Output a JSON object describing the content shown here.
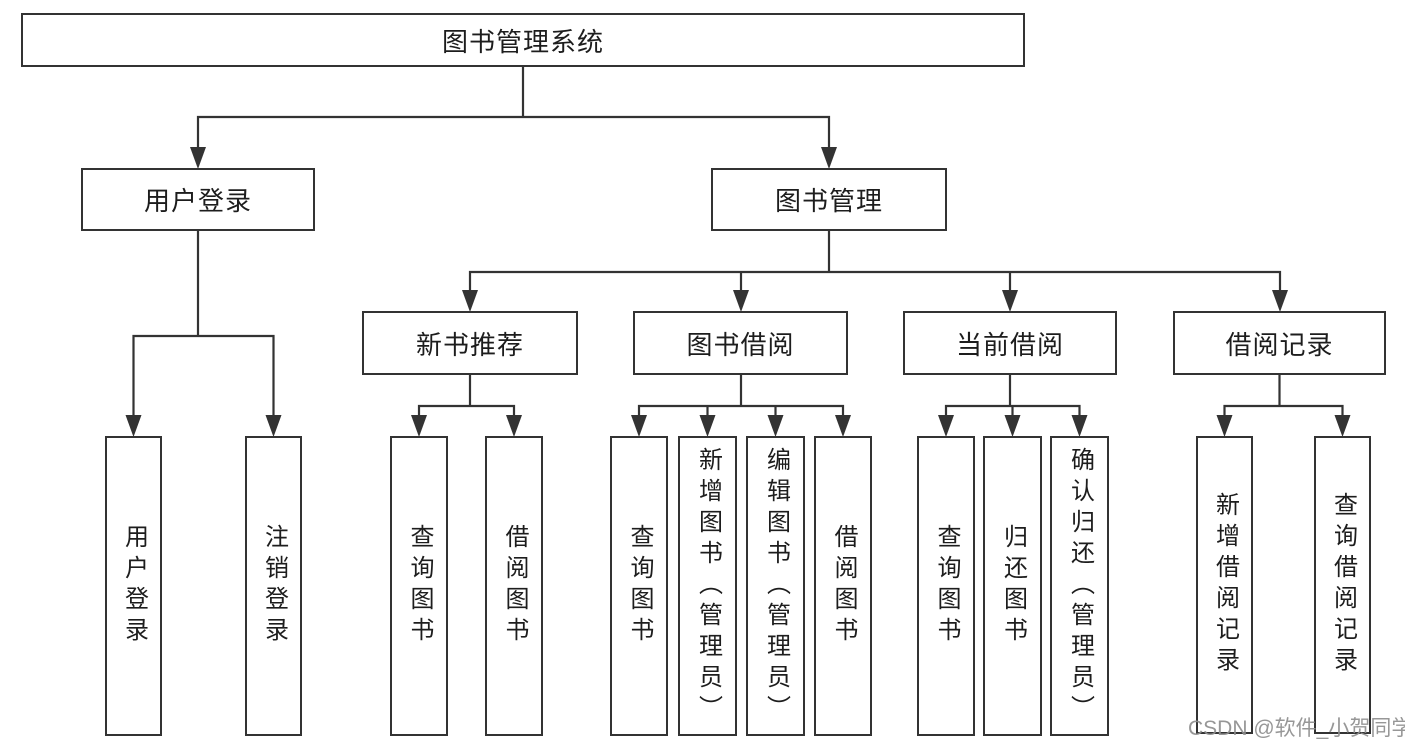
{
  "root": {
    "label": "图书管理系统"
  },
  "user_login": {
    "label": "用户登录",
    "children": [
      "用户登录",
      "注销登录"
    ]
  },
  "book_mgmt": {
    "label": "图书管理",
    "sections": [
      {
        "label": "新书推荐",
        "children": [
          "查询图书",
          "借阅图书"
        ]
      },
      {
        "label": "图书借阅",
        "children": [
          "查询图书",
          "新增图书（管理员）",
          "编辑图书（管理员）",
          "借阅图书"
        ]
      },
      {
        "label": "当前借阅",
        "children": [
          "查询图书",
          "归还图书",
          "确认归还（管理员）"
        ]
      },
      {
        "label": "借阅记录",
        "children": [
          "新增借阅记录",
          "查询借阅记录"
        ]
      }
    ]
  },
  "watermark": {
    "text": "CSDN @软件_小贺同学"
  },
  "colors": {
    "line": "#333333",
    "text": "#1d1d1d",
    "watermark": "#8f8f8f",
    "background": "#ffffff"
  }
}
